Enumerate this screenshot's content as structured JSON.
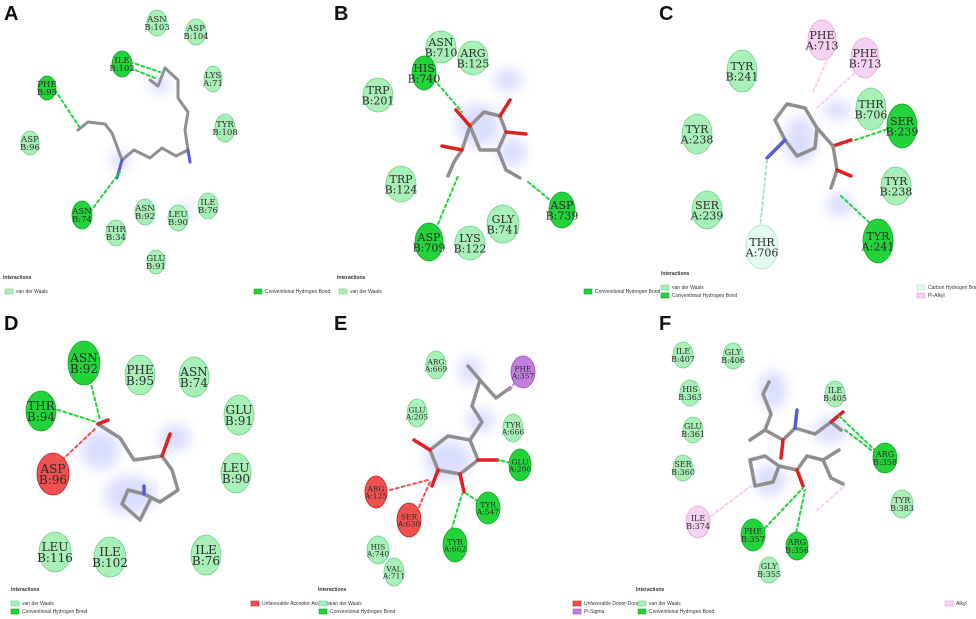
{
  "colors": {
    "vdw": "#a9efb8",
    "vdw_stroke": "#6ad488",
    "hbond": "#22d33a",
    "hbond_stroke": "#12a524",
    "red": "#ef5050",
    "red_stroke": "#c62020",
    "pialkyl": "#f6d2f2",
    "pialkyl_stroke": "#e2a6dc",
    "pisigma": "#c27fe0",
    "pisigma_stroke": "#9b4dc0",
    "carbonh": "#e6fbf0",
    "carbonh_stroke": "#a8e4c2",
    "bond": "#8f8f8f",
    "oxygen": "#e02020",
    "nitrogen": "#5a5ad8"
  },
  "panels": [
    {
      "label": "A",
      "residues": [
        {
          "line1": "ASN",
          "line2": "B:103",
          "type": "vdw"
        },
        {
          "line1": "ASP",
          "line2": "B:104",
          "type": "vdw"
        },
        {
          "line1": "ILE",
          "line2": "B:102",
          "type": "hbond"
        },
        {
          "line1": "LYS",
          "line2": "A:71",
          "type": "vdw"
        },
        {
          "line1": "PHE",
          "line2": "B:95",
          "type": "hbond"
        },
        {
          "line1": "TYR",
          "line2": "B:108",
          "type": "vdw"
        },
        {
          "line1": "ASP",
          "line2": "B:96",
          "type": "vdw"
        },
        {
          "line1": "ASN",
          "line2": "B:74",
          "type": "hbond"
        },
        {
          "line1": "ASN",
          "line2": "B:92",
          "type": "vdw"
        },
        {
          "line1": "LEU",
          "line2": "B:90",
          "type": "vdw"
        },
        {
          "line1": "ILE",
          "line2": "B:76",
          "type": "vdw"
        },
        {
          "line1": "THR",
          "line2": "B:34",
          "type": "vdw"
        },
        {
          "line1": "GLU",
          "line2": "B:91",
          "type": "vdw"
        }
      ],
      "legend_title": "Interactions",
      "legend_left": [
        {
          "label": "van der Waals",
          "type": "vdw"
        }
      ],
      "legend_right": [
        {
          "label": "Conventional Hydrogen Bond",
          "type": "hbond"
        }
      ]
    },
    {
      "label": "B",
      "residues": [
        {
          "line1": "ASN",
          "line2": "B:710",
          "type": "vdw"
        },
        {
          "line1": "ARG",
          "line2": "B:125",
          "type": "vdw"
        },
        {
          "line1": "HIS",
          "line2": "B:740",
          "type": "hbond"
        },
        {
          "line1": "TRP",
          "line2": "B:201",
          "type": "vdw"
        },
        {
          "line1": "TRP",
          "line2": "B:124",
          "type": "vdw"
        },
        {
          "line1": "GLY",
          "line2": "B:741",
          "type": "vdw"
        },
        {
          "line1": "ASP",
          "line2": "B:739",
          "type": "hbond"
        },
        {
          "line1": "ASP",
          "line2": "B:709",
          "type": "hbond"
        },
        {
          "line1": "LYS",
          "line2": "B:122",
          "type": "vdw"
        }
      ],
      "legend_title": "Interactions",
      "legend_left": [
        {
          "label": "van der Waals",
          "type": "vdw"
        }
      ],
      "legend_right": [
        {
          "label": "Conventional Hydrogen Bond",
          "type": "hbond"
        }
      ]
    },
    {
      "label": "C",
      "residues": [
        {
          "line1": "PHE",
          "line2": "A:713",
          "type": "pialkyl"
        },
        {
          "line1": "PHE",
          "line2": "B:713",
          "type": "pialkyl"
        },
        {
          "line1": "TYR",
          "line2": "B:241",
          "type": "vdw"
        },
        {
          "line1": "THR",
          "line2": "B:706",
          "type": "vdw"
        },
        {
          "line1": "TYR",
          "line2": "A:238",
          "type": "vdw"
        },
        {
          "line1": "SER",
          "line2": "B:239",
          "type": "hbond"
        },
        {
          "line1": "TYR",
          "line2": "B:238",
          "type": "vdw"
        },
        {
          "line1": "SER",
          "line2": "A:239",
          "type": "vdw"
        },
        {
          "line1": "THR",
          "line2": "A:706",
          "type": "carbonh"
        },
        {
          "line1": "TYR",
          "line2": "A:241",
          "type": "hbond"
        }
      ],
      "legend_title": "Interactions",
      "legend_left": [
        {
          "label": "van der Waals",
          "type": "vdw"
        },
        {
          "label": "Conventional Hydrogen Bond",
          "type": "hbond"
        }
      ],
      "legend_right": [
        {
          "label": "Carbon Hydrogen Bond",
          "type": "carbonh"
        },
        {
          "label": "Pi-Alkyl",
          "type": "pialkyl"
        }
      ]
    },
    {
      "label": "D",
      "residues": [
        {
          "line1": "ASN",
          "line2": "B:92",
          "type": "hbond"
        },
        {
          "line1": "PHE",
          "line2": "B:95",
          "type": "vdw"
        },
        {
          "line1": "ASN",
          "line2": "B:74",
          "type": "vdw"
        },
        {
          "line1": "THR",
          "line2": "B:94",
          "type": "hbond"
        },
        {
          "line1": "GLU",
          "line2": "B:91",
          "type": "vdw"
        },
        {
          "line1": "ASP",
          "line2": "B:96",
          "type": "red"
        },
        {
          "line1": "LEU",
          "line2": "B:90",
          "type": "vdw"
        },
        {
          "line1": "LEU",
          "line2": "B:116",
          "type": "vdw"
        },
        {
          "line1": "ILE",
          "line2": "B:102",
          "type": "vdw"
        },
        {
          "line1": "ILE",
          "line2": "B:76",
          "type": "vdw"
        }
      ],
      "legend_title": "Interactions",
      "legend_left": [
        {
          "label": "van der Waals",
          "type": "vdw"
        },
        {
          "label": "Conventional Hydrogen Bond",
          "type": "hbond"
        }
      ],
      "legend_right": [
        {
          "label": "Unfavorable Acceptor-Acceptor",
          "type": "red"
        }
      ]
    },
    {
      "label": "E",
      "residues": [
        {
          "line1": "ARG",
          "line2": "A:669",
          "type": "vdw"
        },
        {
          "line1": "PHE",
          "line2": "A:357",
          "type": "pisigma"
        },
        {
          "line1": "GLU",
          "line2": "A:205",
          "type": "vdw"
        },
        {
          "line1": "TYR",
          "line2": "A:666",
          "type": "vdw"
        },
        {
          "line1": "GLU",
          "line2": "A:206",
          "type": "hbond"
        },
        {
          "line1": "ARG",
          "line2": "A:125",
          "type": "red"
        },
        {
          "line1": "SER",
          "line2": "A:630",
          "type": "red"
        },
        {
          "line1": "HIS",
          "line2": "A:740",
          "type": "vdw"
        },
        {
          "line1": "TYR",
          "line2": "A:662",
          "type": "hbond"
        },
        {
          "line1": "TYR",
          "line2": "A:547",
          "type": "hbond"
        },
        {
          "line1": "VAL",
          "line2": "A:711",
          "type": "vdw"
        }
      ],
      "legend_title": "Interactions",
      "legend_left": [
        {
          "label": "van der Waals",
          "type": "vdw"
        },
        {
          "label": "Conventional Hydrogen Bond",
          "type": "hbond"
        }
      ],
      "legend_right": [
        {
          "label": "Unfavorable Donor-Donor",
          "type": "red"
        },
        {
          "label": "Pi-Sigma",
          "type": "pisigma"
        }
      ]
    },
    {
      "label": "F",
      "residues": [
        {
          "line1": "ILE",
          "line2": "B:407",
          "type": "vdw"
        },
        {
          "line1": "GLY",
          "line2": "B:406",
          "type": "vdw"
        },
        {
          "line1": "HIS",
          "line2": "B:363",
          "type": "vdw"
        },
        {
          "line1": "ILE",
          "line2": "B:405",
          "type": "vdw"
        },
        {
          "line1": "GLU",
          "line2": "B:361",
          "type": "vdw"
        },
        {
          "line1": "ARG",
          "line2": "B:358",
          "type": "hbond"
        },
        {
          "line1": "SER",
          "line2": "B:360",
          "type": "vdw"
        },
        {
          "line1": "ILE",
          "line2": "B:374",
          "type": "pialkyl"
        },
        {
          "line1": "TYR",
          "line2": "B:383",
          "type": "vdw"
        },
        {
          "line1": "PHE",
          "line2": "B:357",
          "type": "hbond"
        },
        {
          "line1": "ARG",
          "line2": "B:356",
          "type": "hbond"
        },
        {
          "line1": "GLY",
          "line2": "B:355",
          "type": "vdw"
        }
      ],
      "legend_title": "Interactions",
      "legend_left": [
        {
          "label": "van der Waals",
          "type": "vdw"
        },
        {
          "label": "Conventional Hydrogen Bond",
          "type": "hbond"
        }
      ],
      "legend_right": [
        {
          "label": "Alkyl",
          "type": "pialkyl"
        }
      ]
    }
  ]
}
